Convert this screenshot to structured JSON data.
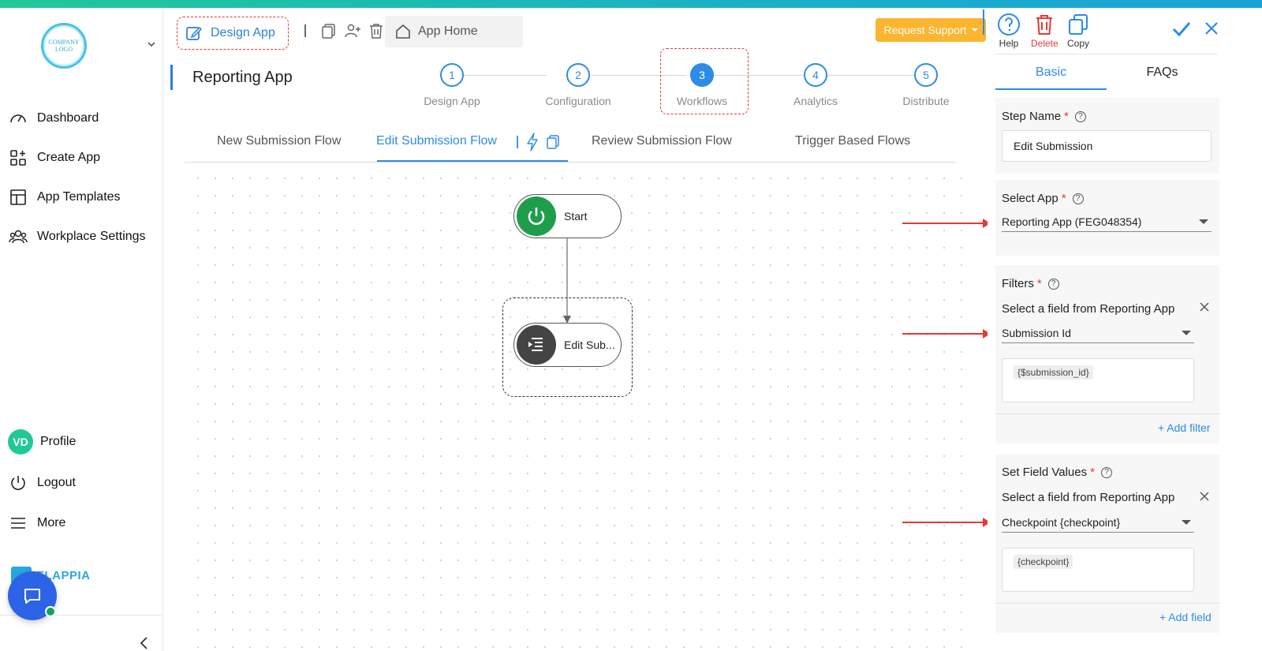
{
  "sidebar": {
    "logo_text": "COMPANY LOGO",
    "nav": [
      {
        "label": "Dashboard",
        "icon": "gauge-icon"
      },
      {
        "label": "Create App",
        "icon": "apps-add-icon"
      },
      {
        "label": "App Templates",
        "icon": "template-icon"
      },
      {
        "label": "Workplace Settings",
        "icon": "users-icon"
      }
    ],
    "profile": {
      "initials": "VD",
      "label": "Profile"
    },
    "logout": "Logout",
    "more": "More",
    "brand": "ELAPPIA"
  },
  "toolbar": {
    "design_app": "Design App",
    "app_home": "App Home",
    "request_support": "Request Support"
  },
  "app": {
    "title": "Reporting App"
  },
  "steps": [
    {
      "num": "1",
      "label": "Design App"
    },
    {
      "num": "2",
      "label": "Configuration"
    },
    {
      "num": "3",
      "label": "Workflows"
    },
    {
      "num": "4",
      "label": "Analytics"
    },
    {
      "num": "5",
      "label": "Distribute"
    }
  ],
  "tabs": [
    {
      "label": "New Submission Flow"
    },
    {
      "label": "Edit Submission Flow"
    },
    {
      "label": "Review Submission Flow"
    },
    {
      "label": "Trigger Based Flows"
    }
  ],
  "nodes": {
    "start": "Start",
    "edit": "Edit Sub..."
  },
  "panel": {
    "help": "Help",
    "delete": "Delete",
    "copy": "Copy",
    "tabs": [
      "Basic",
      "FAQs"
    ],
    "step_name_label": "Step Name",
    "step_name_value": "Edit Submission",
    "select_app_label": "Select App",
    "select_app_value": "Reporting App (FEG048354)",
    "filters_label": "Filters",
    "filter_field_label": "Select a field from Reporting App",
    "filter_field_value": "Submission Id",
    "filter_chip": "{$submission_id}",
    "add_filter": "+ Add filter",
    "set_values_label": "Set Field Values",
    "set_field_label": "Select a field from Reporting App",
    "set_field_value": "Checkpoint {checkpoint}",
    "set_chip": "{checkpoint}",
    "add_field": "+ Add field",
    "required_mark": "*",
    "help_mark": "?"
  },
  "colors": {
    "accent": "#2d8ce6",
    "support": "#fbb52f",
    "annotation": "#e53935",
    "start_node": "#1e9e4a"
  }
}
